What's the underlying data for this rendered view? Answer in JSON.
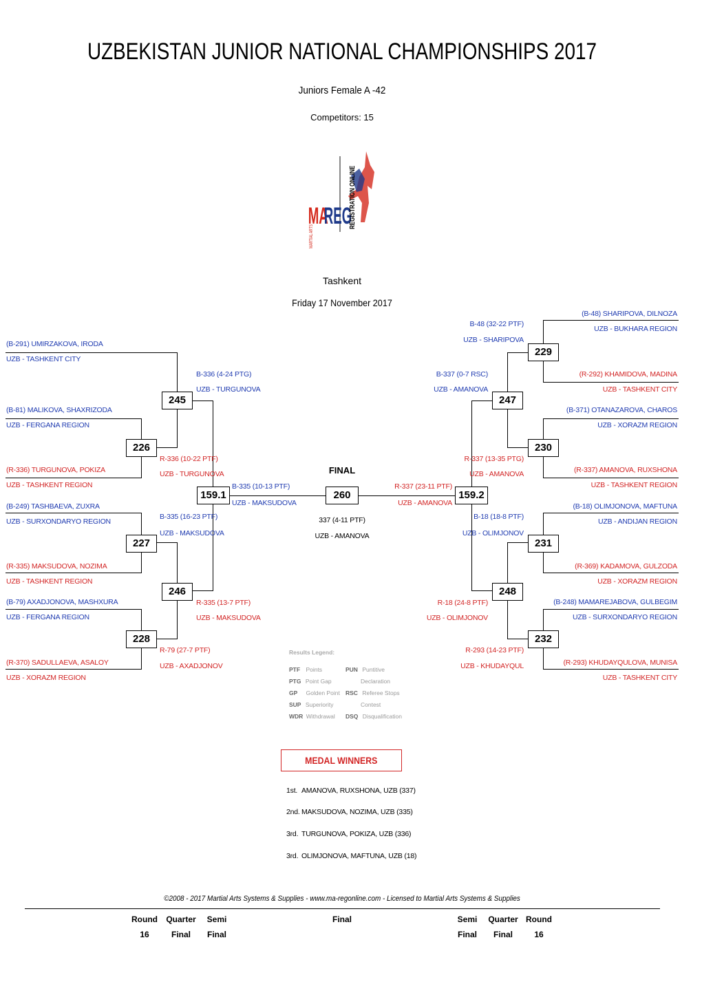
{
  "header": {
    "title": "UZBEKISTAN JUNIOR NATIONAL CHAMPIONSHIPS 2017",
    "division": "Juniors Female A -42",
    "competitors": "Competitors: 15",
    "city": "Tashkent",
    "date": "Friday 17 November 2017"
  },
  "logo": {
    "part1": "MA",
    "part2": "REG",
    "side": "REGISTRATION ONLINE",
    "sub": "MARTIAL ARTS"
  },
  "left": {
    "competitors": [
      {
        "name": "(B-291) UMIRZAKOVA, IRODA",
        "club": "UZB - TASHKENT CITY"
      },
      {
        "name": "(B-81) MALIKOVA, SHAXRIZODA",
        "club": "UZB - FERGANA REGION"
      },
      {
        "name": "(R-336) TURGUNOVA, POKIZA",
        "club": "UZB - TASHKENT REGION"
      },
      {
        "name": "(B-249) TASHBAEVA, ZUXRA",
        "club": "UZB - SURXONDARYO REGION"
      },
      {
        "name": "(R-335) MAKSUDOVA, NOZIMA",
        "club": "UZB - TASHKENT REGION"
      },
      {
        "name": "(B-79) AXADJONOVA, MASHXURA",
        "club": "UZB - FERGANA REGION"
      },
      {
        "name": "(R-370) SADULLAEVA, ASALOY",
        "club": "UZB - XORAZM REGION"
      }
    ],
    "matches": {
      "m226": {
        "num": "226",
        "score": "R-336 (10-22 PTF)",
        "winner": "UZB - TURGUNOVA"
      },
      "m227": {
        "num": "227",
        "score": "B-335 (16-23 PTF)",
        "winner": "UZB - MAKSUDOVA"
      },
      "m228": {
        "num": "228",
        "score": "R-79 (27-7 PTF)",
        "winner": "UZB - AXADJONOV"
      },
      "m245": {
        "num": "245",
        "score": "B-336 (4-24 PTG)",
        "winner": "UZB - TURGUNOVA"
      },
      "m246": {
        "num": "246",
        "score": "R-335 (13-7 PTF)",
        "winner": "UZB - MAKSUDOVA"
      },
      "m159_1": {
        "num": "159.1",
        "score": "B-335 (10-13 PTF)",
        "winner": "UZB - MAKSUDOVA"
      }
    }
  },
  "right": {
    "competitors": [
      {
        "name": "(B-48) SHARIPOVA, DILNOZA",
        "club": "UZB - BUKHARA REGION"
      },
      {
        "name": "(R-292) KHAMIDOVA, MADINA",
        "club": "UZB - TASHKENT CITY"
      },
      {
        "name": "(B-371) OTANAZAROVA, CHAROS",
        "club": "UZB - XORAZM REGION"
      },
      {
        "name": "(R-337) AMANOVA, RUXSHONA",
        "club": "UZB - TASHKENT REGION"
      },
      {
        "name": "(B-18) OLIMJONOVA, MAFTUNA",
        "club": "UZB - ANDIJAN REGION"
      },
      {
        "name": "(R-369) KADAMOVA, GULZODA",
        "club": "UZB - XORAZM REGION"
      },
      {
        "name": "(B-248) MAMAREJABOVA, GULBEGIM",
        "club": "UZB - SURXONDARYO REGION"
      },
      {
        "name": "(R-293) KHUDAYQULOVA, MUNISA",
        "club": "UZB - TASHKENT CITY"
      }
    ],
    "matches": {
      "m229": {
        "num": "229",
        "score": "B-48 (32-22 PTF)",
        "winner": "UZB - SHARIPOVA"
      },
      "m230": {
        "num": "230",
        "score": "R-337 (13-35 PTG)",
        "winner": "UZB - AMANOVA"
      },
      "m231": {
        "num": "231",
        "score": "B-18 (18-8 PTF)",
        "winner": "UZB - OLIMJONOV"
      },
      "m232": {
        "num": "232",
        "score": "R-293 (14-23 PTF)",
        "winner": "UZB - KHUDAYQUL"
      },
      "m247": {
        "num": "247",
        "score": "B-337 (0-7 RSC)",
        "winner": "UZB - AMANOVA"
      },
      "m248": {
        "num": "248",
        "score": "R-18 (24-8 PTF)",
        "winner": "UZB - OLIMJONOV"
      },
      "m159_2": {
        "num": "159.2",
        "score": "R-337 (23-11 PTF)",
        "winner": "UZB - AMANOVA"
      }
    }
  },
  "final": {
    "label": "FINAL",
    "num": "260",
    "score": "337 (4-11 PTF)",
    "winner": "UZB - AMANOVA"
  },
  "legend": {
    "title": "Results Legend:",
    "items": [
      {
        "code": "PTF",
        "text": "Points"
      },
      {
        "code": "PTG",
        "text": "Point Gap"
      },
      {
        "code": "GP",
        "text": "Golden Point"
      },
      {
        "code": "SUP",
        "text": "Superiority"
      },
      {
        "code": "WDR",
        "text": "Withdrawal"
      },
      {
        "code": "PUN",
        "text": "Puntitive"
      },
      {
        "code": "",
        "text": "Declaration"
      },
      {
        "code": "RSC",
        "text": "Referee Stops"
      },
      {
        "code": "",
        "text": "Contest"
      },
      {
        "code": "DSQ",
        "text": "Disqualification"
      }
    ]
  },
  "medals": {
    "title": "MEDAL WINNERS",
    "list": [
      {
        "place": "1st.",
        "name": "AMANOVA, RUXSHONA, UZB (337)"
      },
      {
        "place": "2nd.",
        "name": "MAKSUDOVA, NOZIMA, UZB (335)"
      },
      {
        "place": "3rd.",
        "name": "TURGUNOVA, POKIZA, UZB (336)"
      },
      {
        "place": "3rd.",
        "name": "OLIMJONOVA, MAFTUNA, UZB (18)"
      }
    ]
  },
  "footer": {
    "copyright": "©2008 - 2017 Martial Arts Systems & Supplies - www.ma-regonline.com - Licensed to Martial Arts Systems & Supplies",
    "cols": [
      {
        "a": "Round",
        "b": "16"
      },
      {
        "a": "Quarter",
        "b": "Final"
      },
      {
        "a": "Semi",
        "b": "Final"
      },
      {
        "a": "Final",
        "b": ""
      },
      {
        "a": "Semi",
        "b": "Final"
      },
      {
        "a": "Quarter",
        "b": "Final"
      },
      {
        "a": "Round",
        "b": "16"
      }
    ]
  },
  "colors": {
    "blue": "#1f3bb0",
    "red": "#d22424",
    "logo_red": "#d52b1e",
    "logo_blue": "#1f3a8a"
  }
}
